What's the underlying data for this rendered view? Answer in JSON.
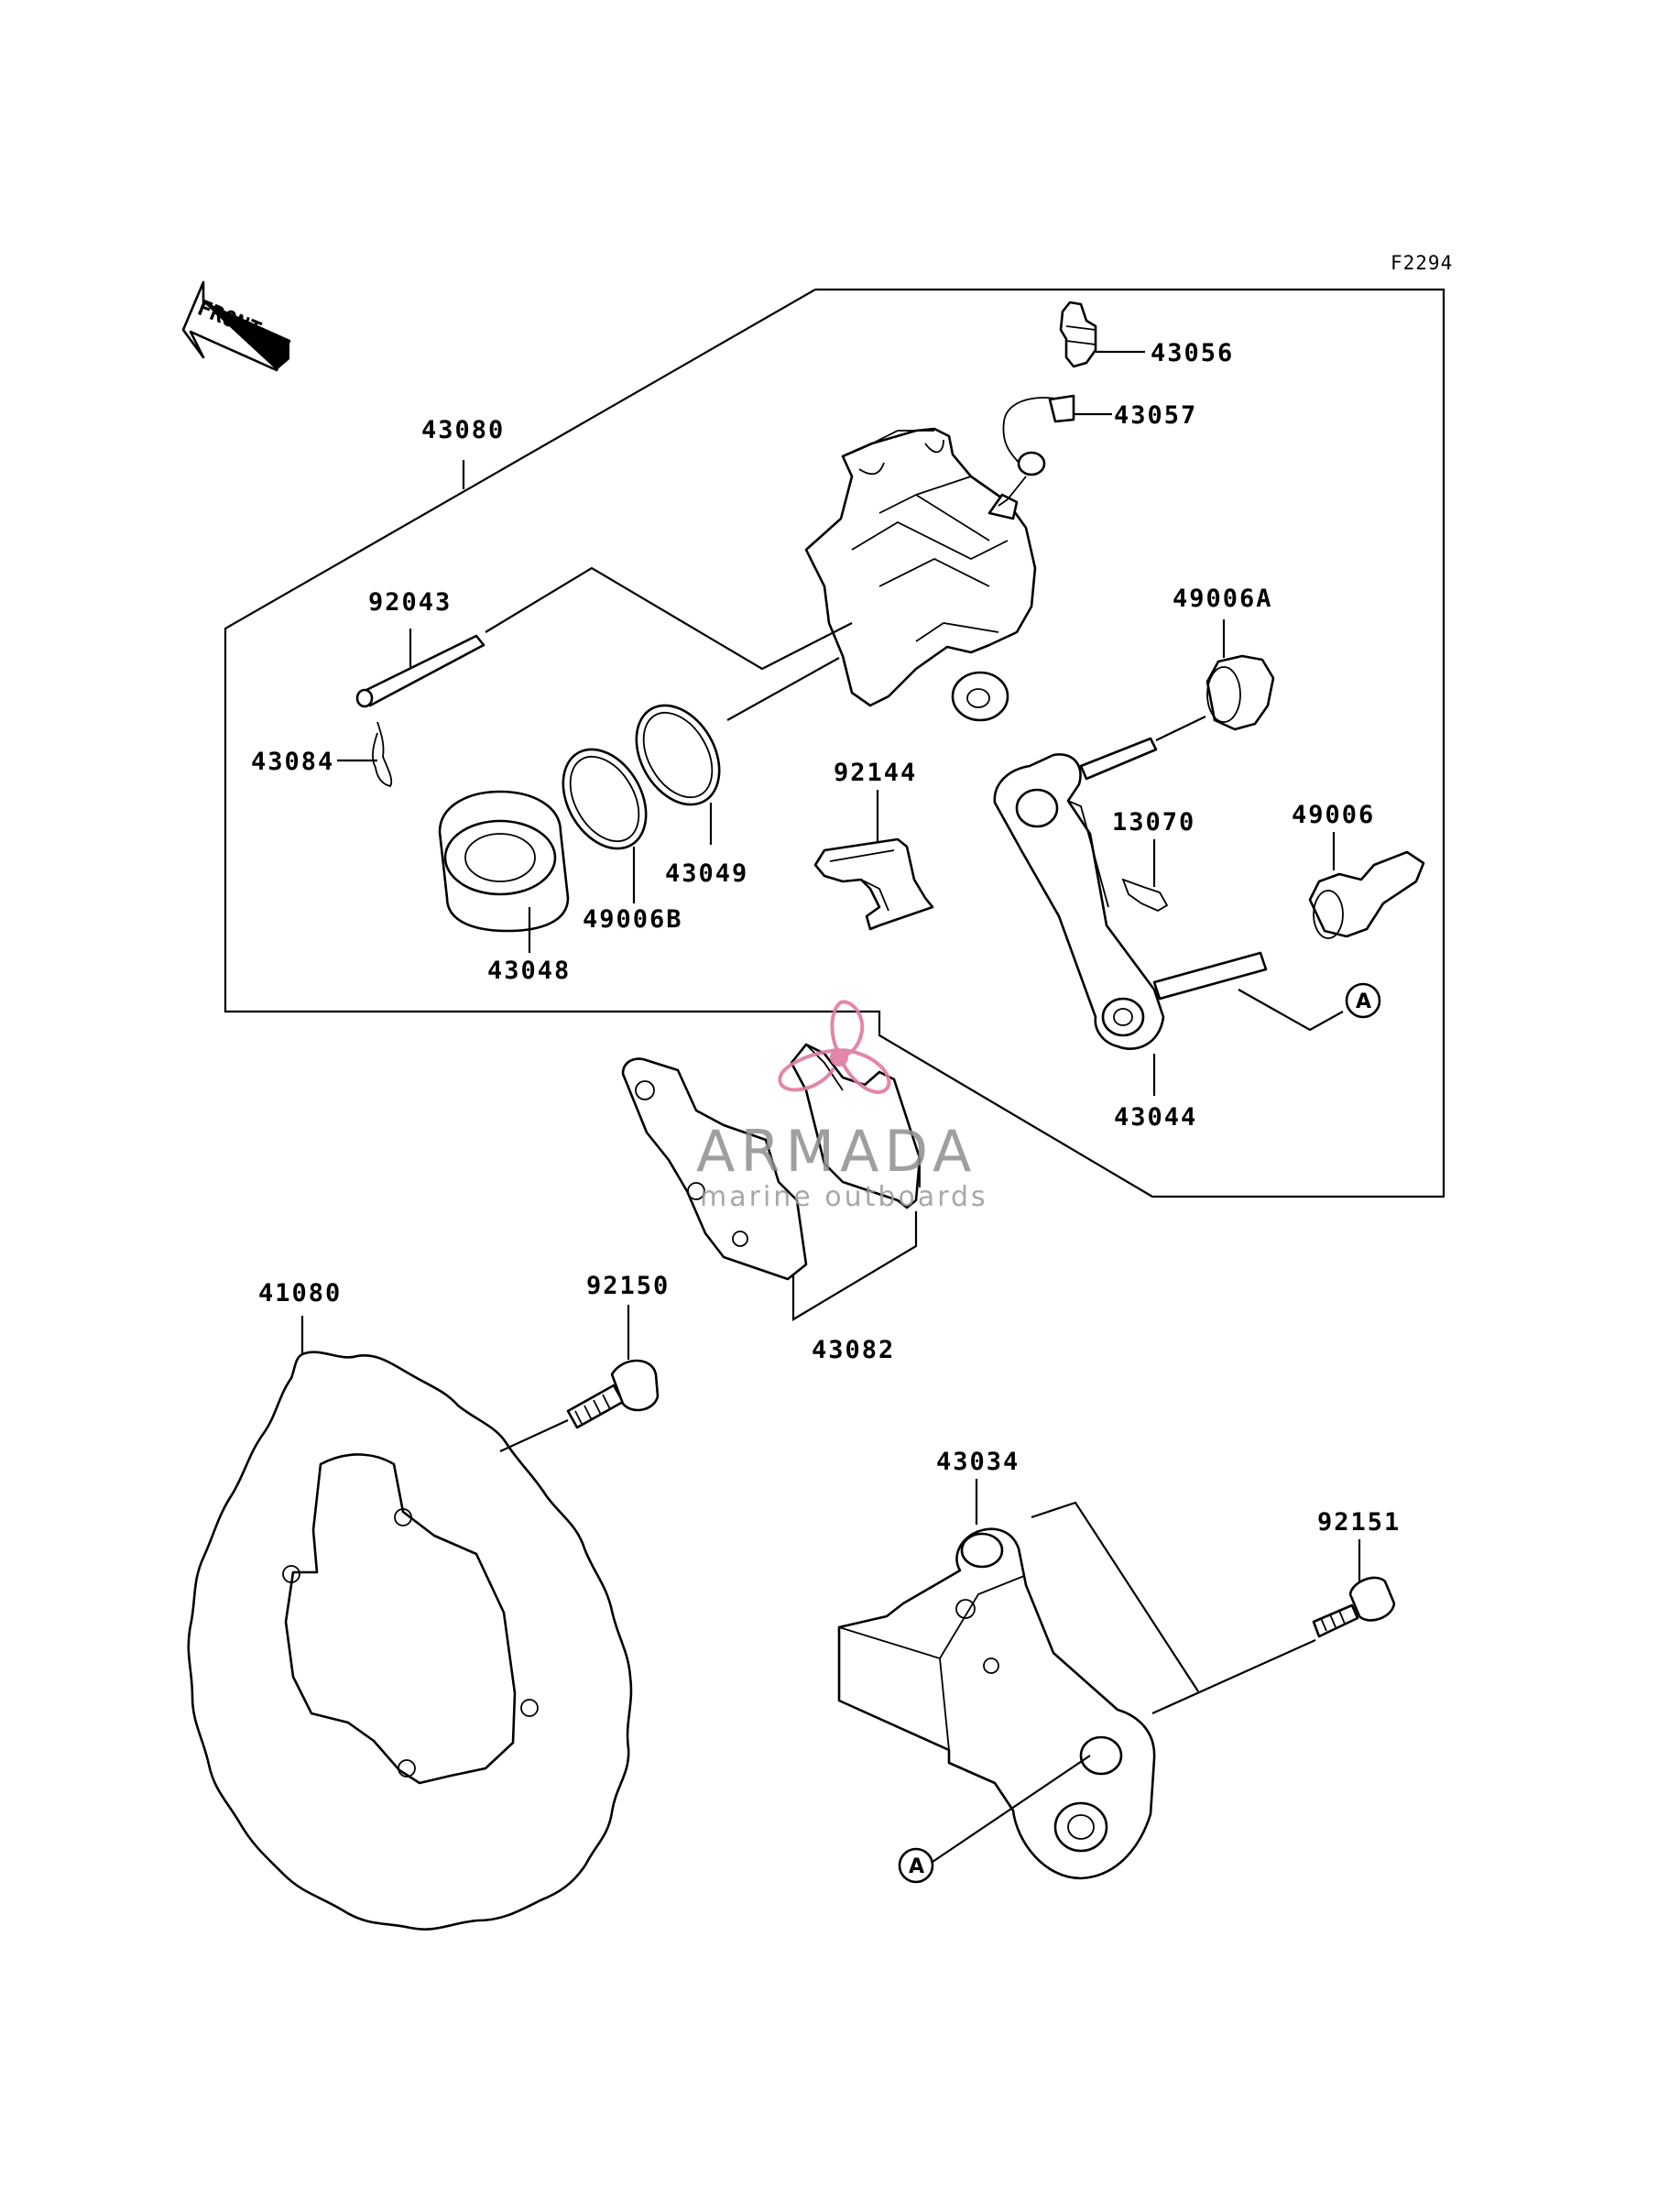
{
  "diagram_code": "F2294",
  "front_label": "FRONT",
  "ref_mark": "A",
  "watermark": {
    "brand": "ARMADA",
    "tagline": "marine outboards"
  },
  "parts": {
    "p43056": "43056",
    "p43057": "43057",
    "p43080": "43080",
    "p92043": "92043",
    "p49006A": "49006A",
    "p43084": "43084",
    "p92144": "92144",
    "p13070": "13070",
    "p49006": "49006",
    "p43049": "43049",
    "p49006B": "49006B",
    "p43048": "43048",
    "p43044": "43044",
    "p41080": "41080",
    "p92150": "92150",
    "p43082": "43082",
    "p43034": "43034",
    "p92151": "92151"
  }
}
